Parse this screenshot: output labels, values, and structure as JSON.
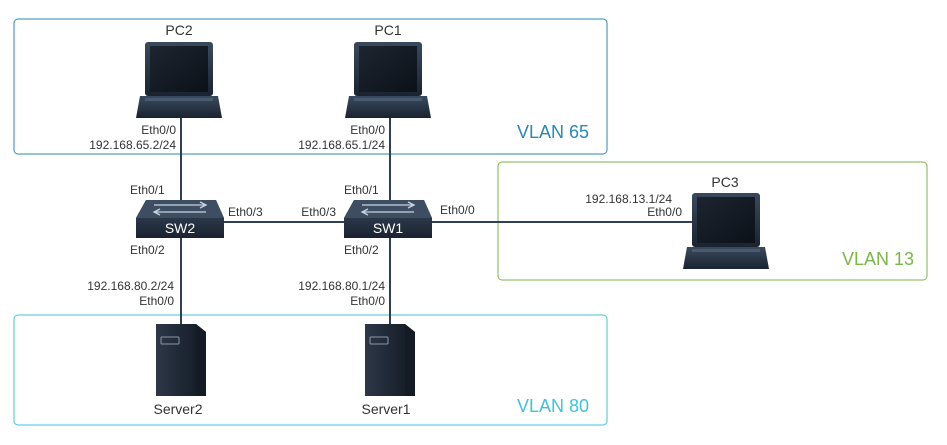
{
  "colors": {
    "vlan65": "#2a88b4",
    "vlan13": "#7ab648",
    "vlan80": "#3fc3d9",
    "link": "#2f3f55",
    "device_dark": "#253141"
  },
  "vlans": {
    "v65": "VLAN 65",
    "v13": "VLAN 13",
    "v80": "VLAN 80"
  },
  "devices": {
    "pc1": "PC1",
    "pc2": "PC2",
    "pc3": "PC3",
    "sw1": "SW1",
    "sw2": "SW2",
    "server1": "Server1",
    "server2": "Server2"
  },
  "icons": {
    "pc": "laptop-icon",
    "switch": "switch-icon",
    "server": "server-icon"
  },
  "labels": {
    "pc2_if": "Eth0/0",
    "pc2_ip": "192.168.65.2/24",
    "pc1_if": "Eth0/0",
    "pc1_ip": "192.168.65.1/24",
    "sw2_up": "Eth0/1",
    "sw2_trunk": "Eth0/3",
    "sw2_down": "Eth0/2",
    "sw1_trunk": "Eth0/3",
    "sw1_up": "Eth0/1",
    "sw1_right": "Eth0/0",
    "sw1_down": "Eth0/2",
    "pc3_ip": "192.168.13.1/24",
    "pc3_if": "Eth0/0",
    "server2_ip": "192.168.80.2/24",
    "server2_if": "Eth0/0",
    "server1_ip": "192.168.80.1/24",
    "server1_if": "Eth0/0"
  }
}
